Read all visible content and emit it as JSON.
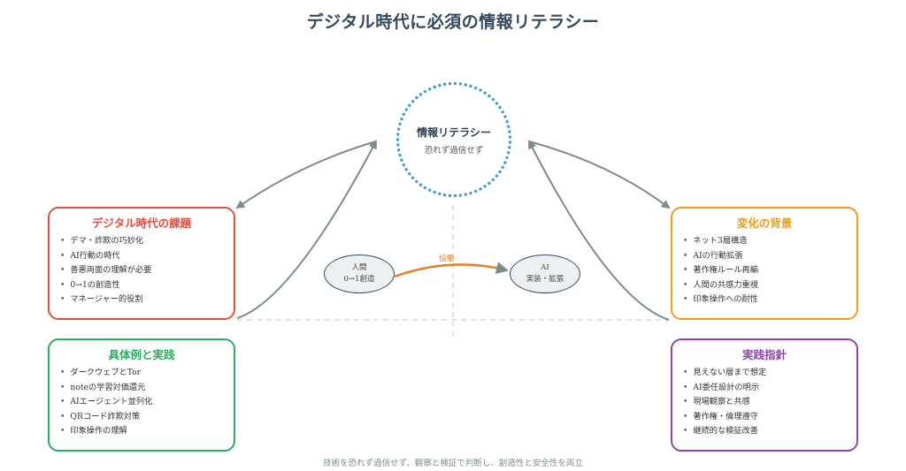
{
  "title": "デジタル時代に必須の情報リテラシー",
  "center": {
    "title": "情報リテラシー",
    "subtitle": "恐れず過信せず",
    "border_color": "#3498db"
  },
  "boxes": {
    "challenges": {
      "title": "デジタル時代の課題",
      "color": "#e74c3c",
      "items": [
        "デマ・詐欺の巧妙化",
        "AI行動の時代",
        "善悪両面の理解が必要",
        "0→1の創造性",
        "マネージャー的役割"
      ]
    },
    "background": {
      "title": "変化の背景",
      "color": "#f39c12",
      "items": [
        "ネット3層構造",
        "AIの行動拡張",
        "著作権ルール再編",
        "人間の共感力重視",
        "印象操作への耐性"
      ]
    },
    "examples": {
      "title": "具体例と実践",
      "color": "#27ae60",
      "items": [
        "ダークウェブとTor",
        "noteの学習対価還元",
        "AIエージェント並列化",
        "QRコード詐欺対策",
        "印象操作の理解"
      ]
    },
    "guidelines": {
      "title": "実践指針",
      "color": "#8e44ad",
      "items": [
        "見えない層まで想定",
        "AI委任設計の明示",
        "現場観察と共感",
        "著作権・倫理遵守",
        "継続的な検証改善"
      ]
    }
  },
  "nodes": {
    "human": {
      "line1": "人間",
      "line2": "0→1創造"
    },
    "ai": {
      "line1": "AI",
      "line2": "実装・拡張"
    },
    "collab_label": "協働",
    "collab_color": "#e67e22"
  },
  "footer": "技術を恐れず過信せず、観察と検証で判断し、創造性と安全性を両立",
  "bullet": "•"
}
